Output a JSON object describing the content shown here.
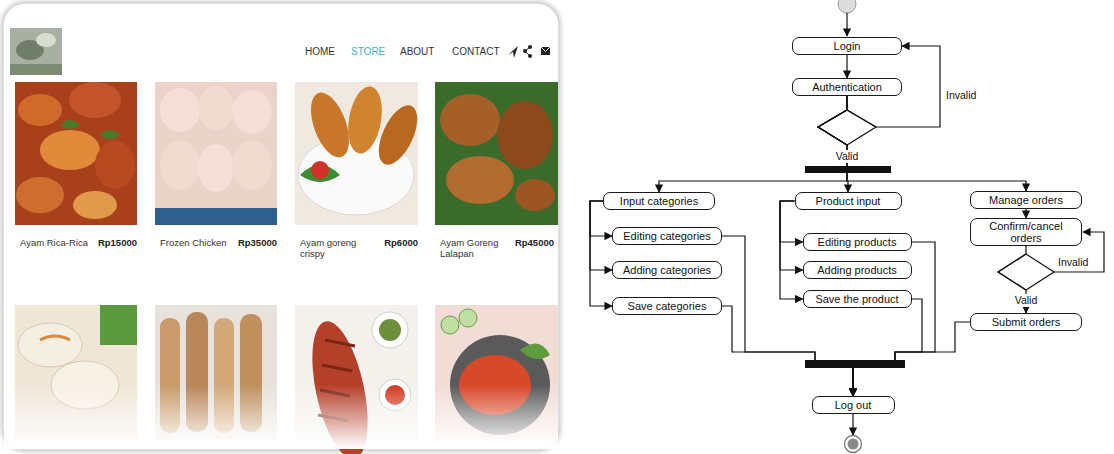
{
  "diagram": {
    "nodes": [
      {
        "text": [
          "Login"
        ]
      },
      {
        "text": [
          "Authentication"
        ]
      },
      {
        "text": [
          "Input categories"
        ]
      },
      {
        "text": [
          "Editing categories"
        ]
      },
      {
        "text": [
          "Adding categories"
        ]
      },
      {
        "text": [
          "Save categories"
        ]
      },
      {
        "text": [
          "Product input"
        ]
      },
      {
        "text": [
          "Editing products"
        ]
      },
      {
        "text": [
          "Adding products"
        ]
      },
      {
        "text": [
          "Save the product"
        ]
      },
      {
        "text": [
          "Manage orders"
        ]
      },
      {
        "text": [
          "Confirm/cancel orders"
        ]
      },
      {
        "text": [
          "Submit orders"
        ]
      },
      {
        "text": [
          "Log out"
        ]
      }
    ],
    "edges": [
      {
        "from": 0,
        "to": 1,
        "arrow": "to"
      },
      {
        "from": 1,
        "to": 0,
        "label": "Invalid",
        "arrow": "to"
      },
      {
        "from": 1,
        "to": 2,
        "arrow": "to"
      },
      {
        "from": 1,
        "to": 6,
        "arrow": "to"
      },
      {
        "from": 1,
        "to": 10,
        "arrow": "to"
      },
      {
        "from": 2,
        "to": 3,
        "arrow": "to"
      },
      {
        "from": 2,
        "to": 4,
        "arrow": "to"
      },
      {
        "from": 2,
        "to": 5,
        "arrow": "to"
      },
      {
        "from": 6,
        "to": 7,
        "arrow": "to"
      },
      {
        "from": 6,
        "to": 8,
        "arrow": "to"
      },
      {
        "from": 6,
        "to": 9,
        "arrow": "to"
      },
      {
        "from": 10,
        "to": 11,
        "arrow": "to"
      },
      {
        "from": 11,
        "to": 12,
        "label": "Valid",
        "arrow": "to"
      },
      {
        "from": 3,
        "to": 13,
        "arrow": "to"
      },
      {
        "from": 5,
        "to": 13,
        "arrow": "to"
      },
      {
        "from": 7,
        "to": 13,
        "arrow": "to"
      },
      {
        "from": 9,
        "to": 13,
        "arrow": "to"
      },
      {
        "from": 12,
        "to": 13,
        "arrow": "to"
      }
    ],
    "labels": [
      "HOME",
      "STORE",
      "ABOUT",
      "CONTACT",
      "Ayam Rica-Rica",
      "Rp15000",
      "Frozen Chicken",
      "Rp35000",
      "Ayam goreng crispy",
      "Rp6000",
      "Ayam Goreng Lalapan",
      "Rp45000",
      "Valid",
      "Invalid"
    ]
  }
}
